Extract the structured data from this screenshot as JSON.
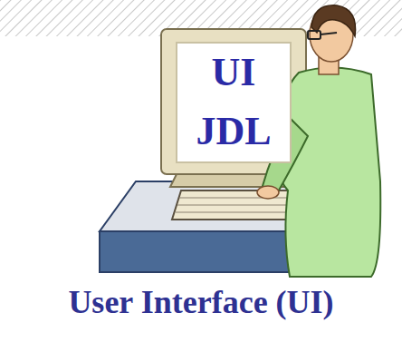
{
  "diagram": {
    "title": "User Interface (UI)",
    "nodes": [
      {
        "text": [
          "UI",
          "JDL"
        ]
      }
    ]
  }
}
